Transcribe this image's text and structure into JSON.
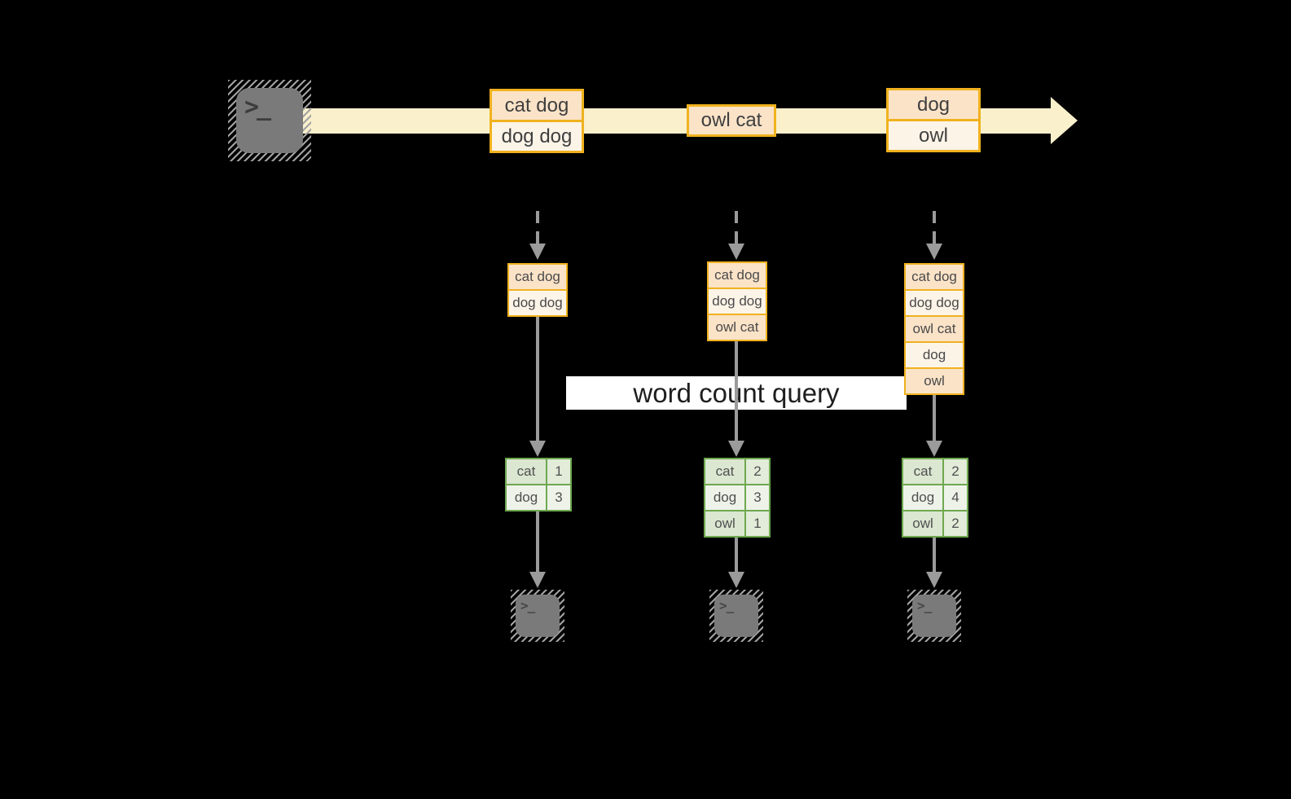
{
  "banner": {
    "label": "word count query"
  },
  "icons": {
    "terminal_glyph": ">_"
  },
  "stream": {
    "events": [
      {
        "rows": [
          "cat dog",
          "dog dog"
        ]
      },
      {
        "rows": [
          "owl cat"
        ]
      },
      {
        "rows": [
          "dog",
          "owl"
        ]
      }
    ]
  },
  "columns": [
    {
      "buffer": [
        "cat dog",
        "dog dog"
      ],
      "counts": [
        {
          "word": "cat",
          "count": "1"
        },
        {
          "word": "dog",
          "count": "3"
        }
      ]
    },
    {
      "buffer": [
        "cat dog",
        "dog dog",
        "owl cat"
      ],
      "counts": [
        {
          "word": "cat",
          "count": "2"
        },
        {
          "word": "dog",
          "count": "3"
        },
        {
          "word": "owl",
          "count": "1"
        }
      ]
    },
    {
      "buffer": [
        "cat dog",
        "dog dog",
        "owl cat",
        "dog",
        "owl"
      ],
      "counts": [
        {
          "word": "cat",
          "count": "2"
        },
        {
          "word": "dog",
          "count": "4"
        },
        {
          "word": "owl",
          "count": "2"
        }
      ]
    }
  ],
  "colors": {
    "background": "#000000",
    "stream_band": "#faf0cc",
    "amber_border": "#f0b21e",
    "row_peach": "#fbe3c8",
    "row_cream": "#fdf4e8",
    "green_border": "#6ea84f",
    "green_row_dark": "#dbe7d1",
    "green_row_light": "#eef3ea",
    "arrow_gray": "#9b9b9b",
    "terminal_gray": "#7a7a7a",
    "banner_bg": "#ffffff"
  }
}
